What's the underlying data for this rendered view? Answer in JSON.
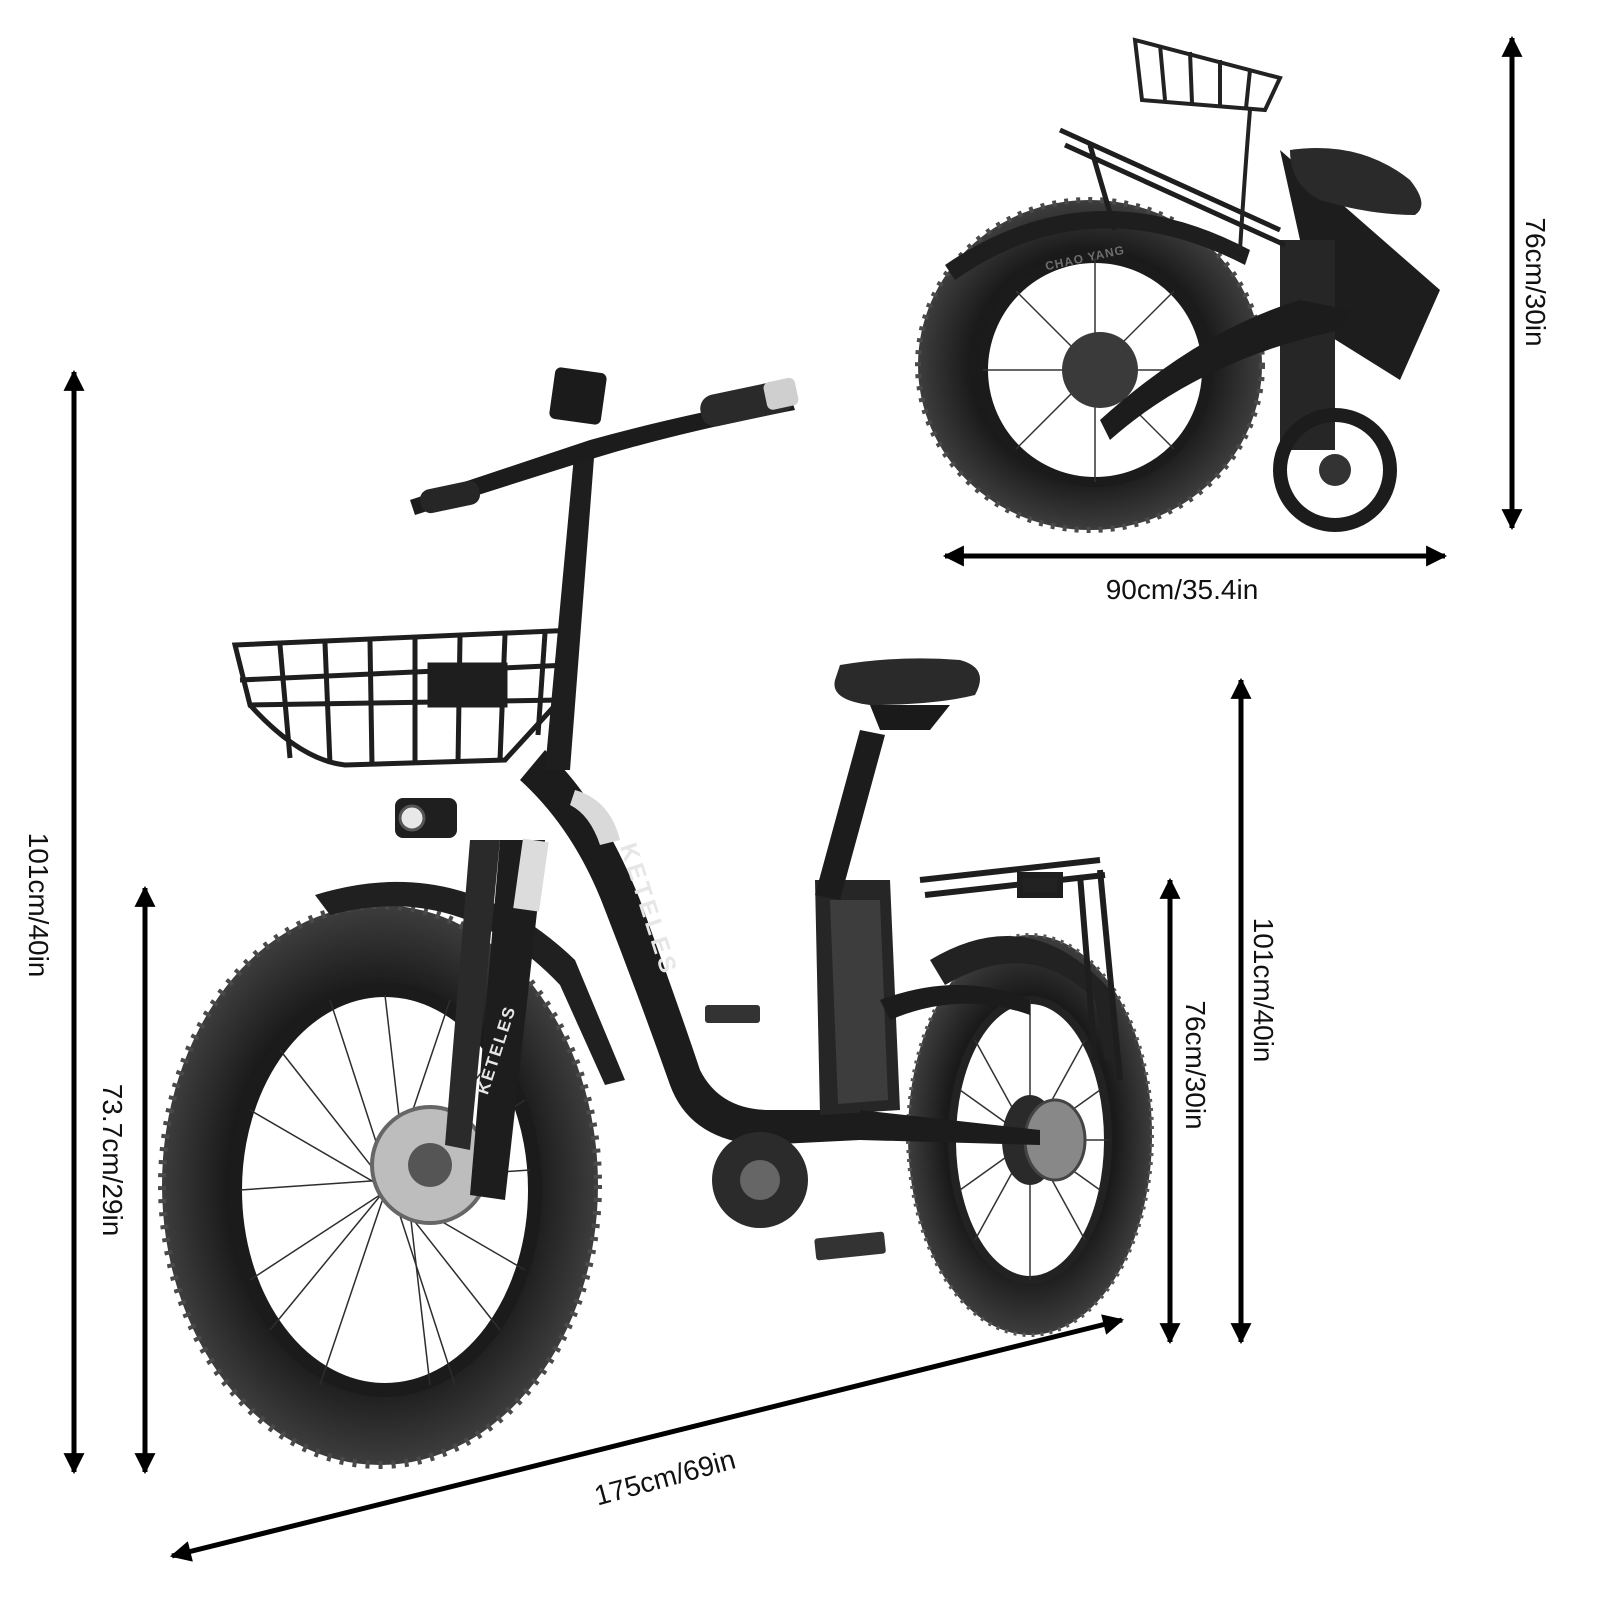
{
  "figure": {
    "title": "",
    "brand": "KETELES",
    "subjects": [
      {
        "id": "unfolded-bike",
        "description": "Fat tire folding e-bike with front basket and rear rack, unfolded, 3/4 view"
      },
      {
        "id": "folded-bike",
        "description": "Same e-bike folded, with basket on rear rack"
      }
    ],
    "frame_text": "KETELES",
    "fork_text": "KETELES",
    "tire_text": "CHAO YANG"
  },
  "dimensions": {
    "overall_height": {
      "label": "101cm/40in",
      "orientation": "vertical"
    },
    "handlebar_height": {
      "label": "73.7cm/29in",
      "orientation": "vertical"
    },
    "overall_length": {
      "label": "175cm/69in",
      "orientation": "diagonal"
    },
    "seat_height_max": {
      "label": "101cm/40in",
      "orientation": "vertical"
    },
    "seat_height_min": {
      "label": "76cm/30in",
      "orientation": "vertical"
    },
    "folded_height": {
      "label": "76cm/30in",
      "orientation": "vertical"
    },
    "folded_length": {
      "label": "90cm/35.4in",
      "orientation": "horizontal"
    }
  },
  "colors": {
    "background": "#ffffff",
    "arrow": "#000000",
    "text": "#111111",
    "bike_dark": "#1c1c1c",
    "bike_mid": "#3a3a3a",
    "tire": "#262626",
    "highlight": "#d9d9d9"
  }
}
